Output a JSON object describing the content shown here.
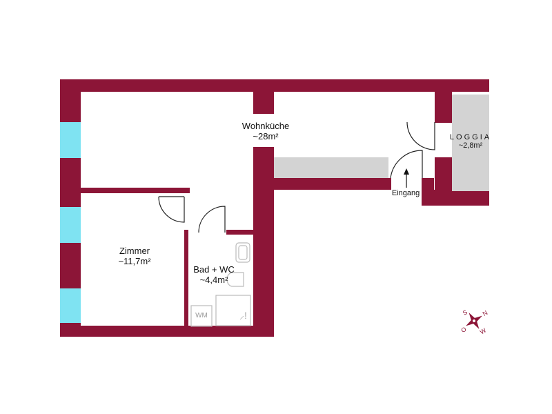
{
  "rooms": {
    "wohnkueche": {
      "name": "Wohnküche",
      "area": "~28m²"
    },
    "loggia": {
      "name": "LOGGIA",
      "area": "~2,8m²"
    },
    "zimmer": {
      "name": "Zimmer",
      "area": "~11,7m²"
    },
    "bad": {
      "name": "Bad + WC",
      "area": "~4,4m²"
    }
  },
  "entrance_label": "Eingang",
  "appliance_label": "WM",
  "compass": {
    "letters": [
      "N",
      "O",
      "S",
      "W"
    ]
  },
  "colors": {
    "wall": "#8c1537",
    "window": "#7fe3f2",
    "counter": "#d3d3d3",
    "door_line": "#222222"
  }
}
